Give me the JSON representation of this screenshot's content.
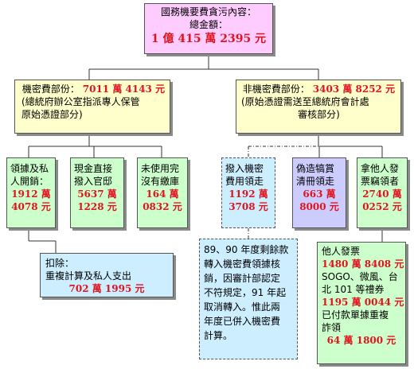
{
  "top": {
    "line1": "國務機要費貪污內容：",
    "line2": "總金額：",
    "amount": "1 億 415 萬 2395 元"
  },
  "classified": {
    "label": "機密費部份：",
    "amount": "7011 萬 4143 元",
    "desc1": "(總統府辦公室指派專人保管",
    "desc2": "原始憑證部分)"
  },
  "nonclassified": {
    "label": "非機密費部份：",
    "amount": "3403 萬 8252 元",
    "desc1": "(原始憑證需送至總統府會計處",
    "desc2": "審核部分)"
  },
  "receipt": {
    "l1": "領據及私",
    "l2": "人開銷：",
    "a1": "1912 萬",
    "a2": "4078 元"
  },
  "cash": {
    "l1": "現金直接",
    "l2": "撥入官邸",
    "a1": "5637 萬",
    "a2": "1228 元"
  },
  "unused": {
    "l1": "未使用完",
    "l2": "沒有繳庫",
    "a1": "164 萬",
    "a2": "0832 元"
  },
  "deduct": {
    "l1": "扣除：",
    "l2": "重複計算及私人支出",
    "amount": "702 萬 1995 元"
  },
  "transfer": {
    "l1": "撥入機密",
    "l2": "費用領走",
    "a1": "1192 萬",
    "a2": "3708 元"
  },
  "forged": {
    "l1": "偽造犒賞",
    "l2": "清冊領走",
    "a1": "663 萬",
    "a2": "8000 元"
  },
  "invoices": {
    "l1": "拿他人發",
    "l2": "票竊領者",
    "a1": "2740 萬",
    "a2": "0252 元"
  },
  "note": {
    "l1": "89、90 年度剩餘款",
    "l2": "轉入機密費領據核",
    "l3": "銷，因審計部認定",
    "l4": "不符規定，91 年起",
    "l5": "取消轉入。惟此兩",
    "l6": "年度已併入機密費",
    "l7": "計算。"
  },
  "others": {
    "l1": "他人發票",
    "a1": "1480 萬 8408 元",
    "l2": "SOGO、微風、台",
    "l3": "北 101 等禮券",
    "a2": "1195 萬 0044 元",
    "l4": "已付款單據重複",
    "l5": "詐領",
    "a3": "64 萬 1800 元"
  },
  "colors": {
    "top_bg": "#ffccff",
    "level2_bg": "#ffffcc",
    "leaf_green": "#ccffcc",
    "leaf_blue": "#cdeeff",
    "leaf_purple": "#ccccff",
    "amount_red": "#e0141e"
  }
}
